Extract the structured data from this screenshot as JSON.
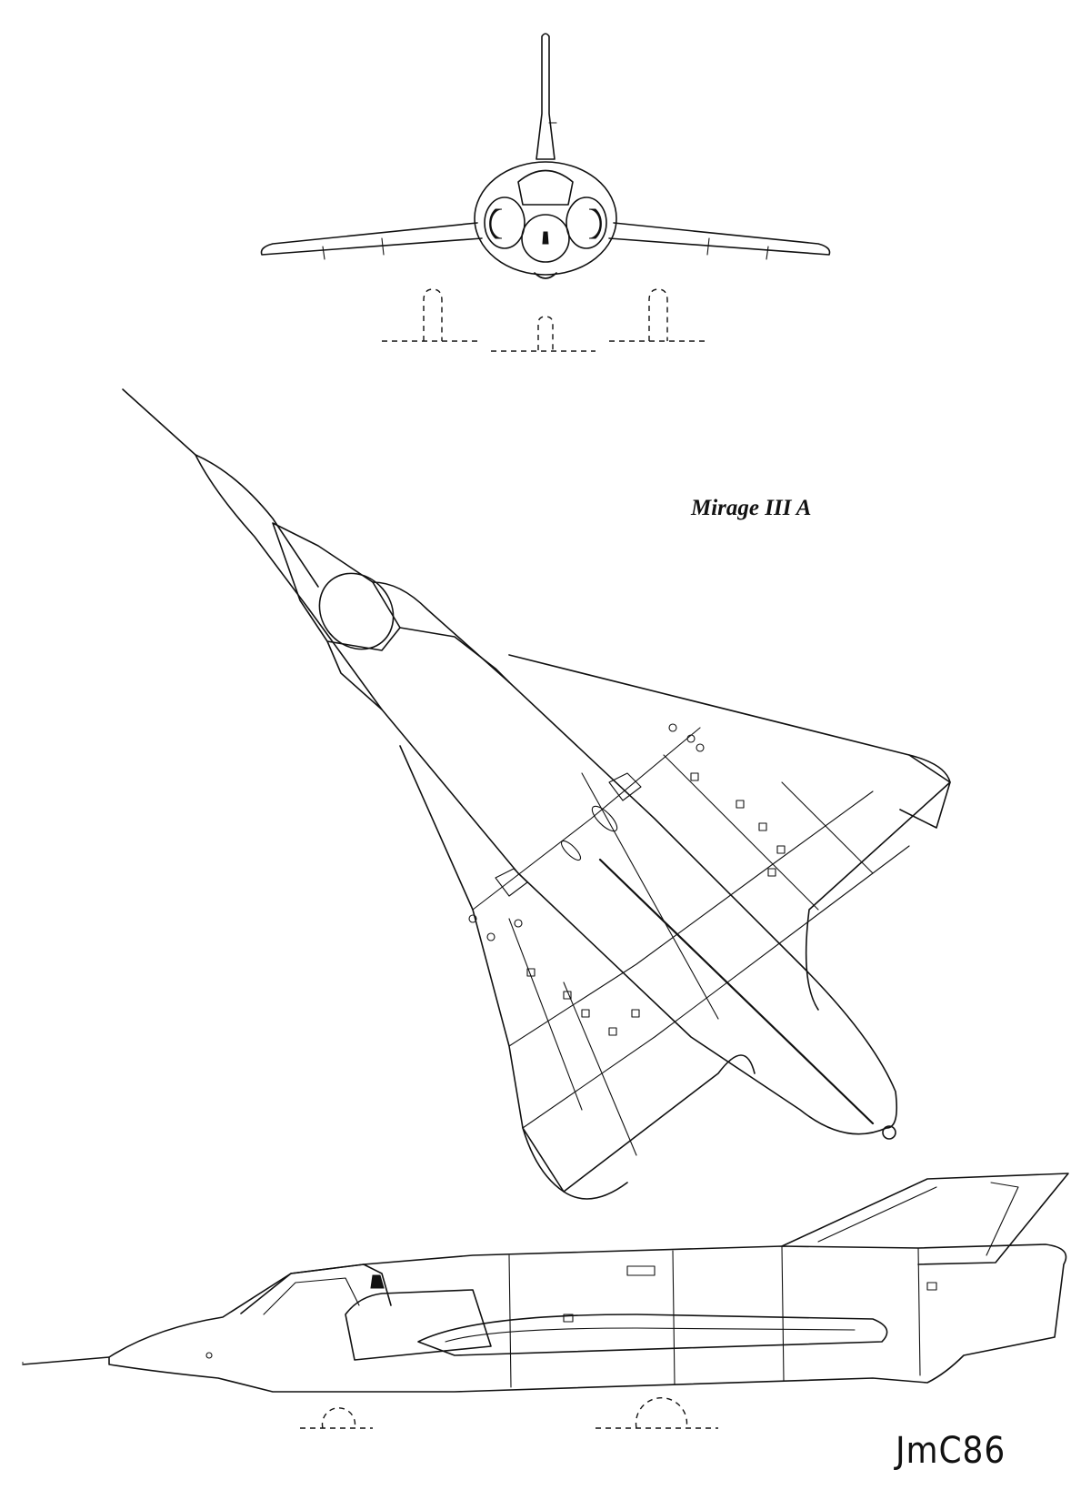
{
  "drawing": {
    "title": "Mirage III A",
    "signature": "JmC86"
  },
  "views": [
    {
      "id": "front",
      "icon": "aircraft-front-view"
    },
    {
      "id": "plan",
      "icon": "aircraft-plan-view"
    },
    {
      "id": "side",
      "icon": "aircraft-side-view"
    }
  ]
}
